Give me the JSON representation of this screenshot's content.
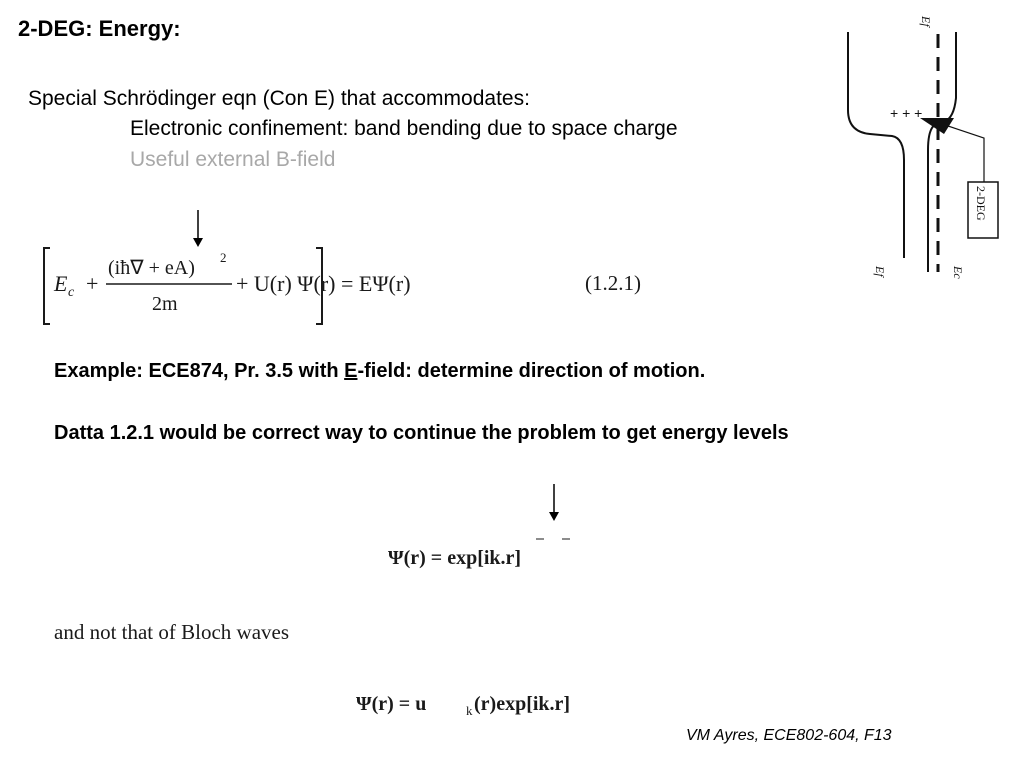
{
  "slide": {
    "title": "2-DEG: Energy:",
    "intro": "Special Schrödinger eqn (Con E) that accommodates:",
    "bullet1": "Electronic confinement: band bending due to space charge",
    "bullet2": "Useful external B-field",
    "example_prefix": "Example: ECE874, Pr. 3.5 with ",
    "example_E": "E",
    "example_suffix": "-field: determine direction of motion.",
    "datta": "Datta 1.2.1 would be correct way to continue the problem to get energy levels",
    "bloch_text": "and not that of Bloch waves",
    "footer": "VM Ayres, ECE802-604, F13"
  },
  "equations": {
    "eq1_label": "(1.2.1)",
    "eq1_Ec": "E",
    "eq1_Ec_sub": "c",
    "eq1_numer": "(iħ∇ + eA)",
    "eq1_pow": "2",
    "eq1_denom": "2m",
    "eq1_rest": "+ U(r) Ψ(r) = EΨ(r)",
    "eq2": "Ψ(r) = exp[ik.r]",
    "eq3": "Ψ(r) = u",
    "eq3_sub": "k",
    "eq3_rest": "(r)exp[ik.r]"
  },
  "diagram": {
    "label_ef_top": "Ef",
    "label_ef_bottom": "Ef",
    "label_ec": "Ec",
    "label_box": "2-DEG",
    "plus_signs": "+ + +"
  }
}
